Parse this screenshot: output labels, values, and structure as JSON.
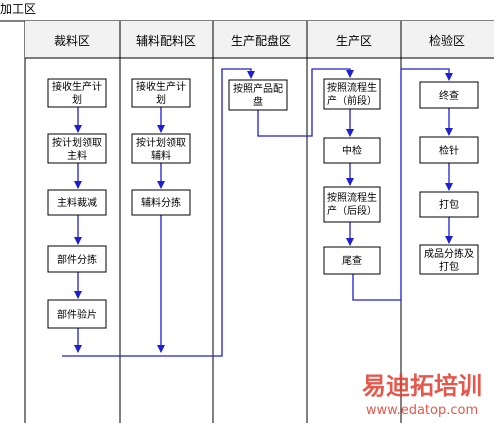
{
  "title": "加工区",
  "lanes": [
    {
      "label": "裁料区"
    },
    {
      "label": "辅料配料区"
    },
    {
      "label": "生产配盘区"
    },
    {
      "label": "生产区"
    },
    {
      "label": "检验区"
    }
  ],
  "boxes": [
    {
      "id": "b1",
      "lines": [
        "接收生产计",
        "划"
      ]
    },
    {
      "id": "b2",
      "lines": [
        "按计划领取",
        "主料"
      ]
    },
    {
      "id": "b3",
      "lines": [
        "主料裁减"
      ]
    },
    {
      "id": "b4",
      "lines": [
        "部件分拣"
      ]
    },
    {
      "id": "b5",
      "lines": [
        "部件验片"
      ]
    },
    {
      "id": "b6",
      "lines": [
        "接收生产计",
        "划"
      ]
    },
    {
      "id": "b7",
      "lines": [
        "按计划领取",
        "辅料"
      ]
    },
    {
      "id": "b8",
      "lines": [
        "辅料分拣"
      ]
    },
    {
      "id": "b9",
      "lines": [
        "按照产品配",
        "盘"
      ]
    },
    {
      "id": "b10",
      "lines": [
        "按照流程生",
        "产（前段）"
      ]
    },
    {
      "id": "b11",
      "lines": [
        "中检"
      ]
    },
    {
      "id": "b12",
      "lines": [
        "按照流程生",
        "产（后段）"
      ]
    },
    {
      "id": "b13",
      "lines": [
        "尾查"
      ]
    },
    {
      "id": "b14",
      "lines": [
        "终查"
      ]
    },
    {
      "id": "b15",
      "lines": [
        "检针"
      ]
    },
    {
      "id": "b16",
      "lines": [
        "打包"
      ]
    },
    {
      "id": "b17",
      "lines": [
        "成品分拣及",
        "打包"
      ]
    }
  ],
  "watermark": {
    "text": "易迪拓培训",
    "url": "www.edatop.com"
  },
  "colors": {
    "arrow": "#1f1fd0",
    "border": "#000000",
    "lane_header_bg": "#f2f2f2",
    "watermark": "#e23c2d"
  }
}
